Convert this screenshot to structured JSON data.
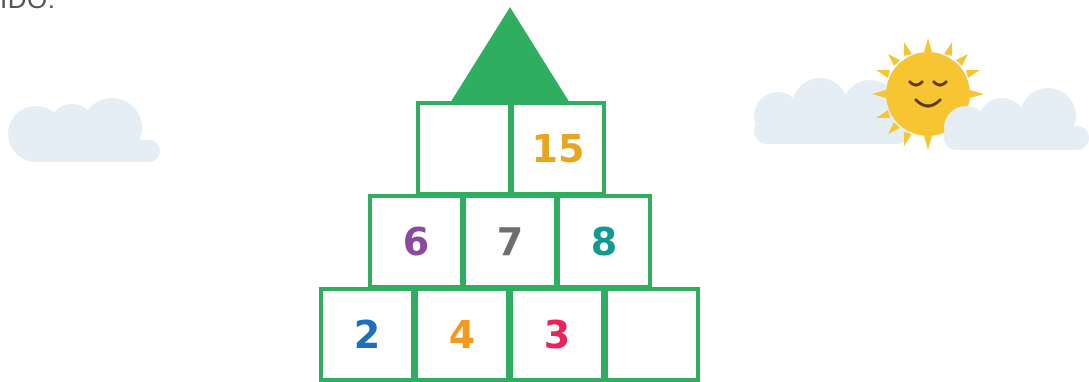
{
  "header": {
    "text": "IDO:"
  },
  "pyramid": {
    "top_row": [
      {
        "value": ""
      },
      {
        "value": "15"
      }
    ],
    "middle_row": [
      {
        "value": "6"
      },
      {
        "value": "7"
      },
      {
        "value": "8"
      }
    ],
    "bottom_row": [
      {
        "value": "2"
      },
      {
        "value": "4"
      },
      {
        "value": "3"
      },
      {
        "value": ""
      }
    ]
  },
  "colors": {
    "grid_border": "#2fae5f",
    "roof": "#2fae5f",
    "cloud": "#e6eef5",
    "sun": "#f6c531",
    "num_2": "#1f6dbf",
    "num_4": "#f39a1e",
    "num_3": "#e8245c",
    "num_6": "#8a4a9d",
    "num_7": "#6e6e6e",
    "num_8": "#139a8e",
    "num_15": "#e8a521"
  },
  "icons": [
    "cloud-icon",
    "sun-icon",
    "roof-triangle-icon"
  ]
}
